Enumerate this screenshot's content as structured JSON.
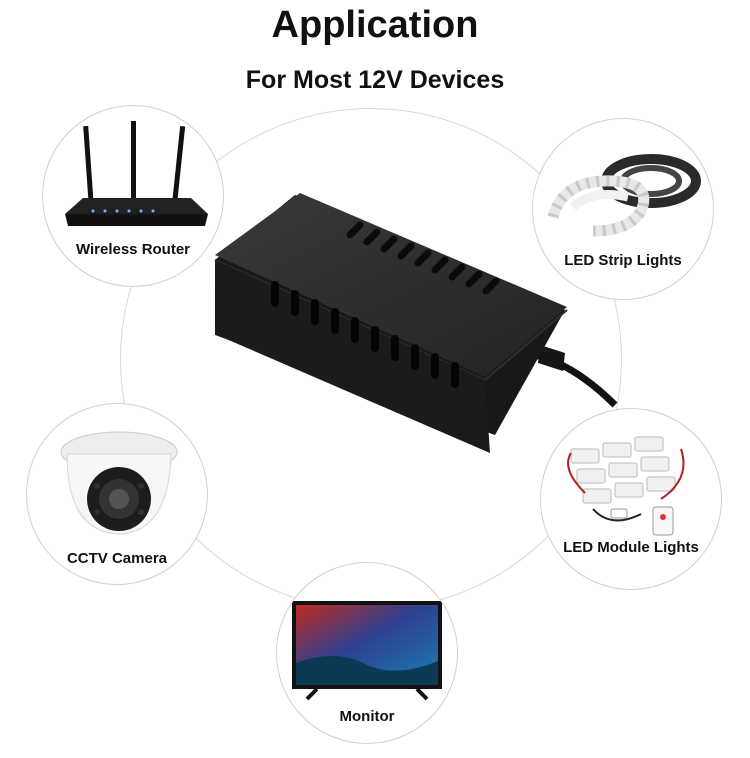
{
  "header": {
    "title": "Application",
    "subtitle": "For Most 12V Devices"
  },
  "devices": [
    {
      "label": "Wireless Router",
      "icon": "router-icon"
    },
    {
      "label": "LED Strip Lights",
      "icon": "led-strip-icon"
    },
    {
      "label": "CCTV Camera",
      "icon": "cctv-camera-icon"
    },
    {
      "label": "LED Module Lights",
      "icon": "led-module-icon"
    },
    {
      "label": "Monitor",
      "icon": "monitor-icon"
    }
  ],
  "product": {
    "icon": "power-adapter-icon"
  },
  "colors": {
    "adapter": "#1e1e1e",
    "ring": "#d8d8d8",
    "text": "#111111"
  }
}
